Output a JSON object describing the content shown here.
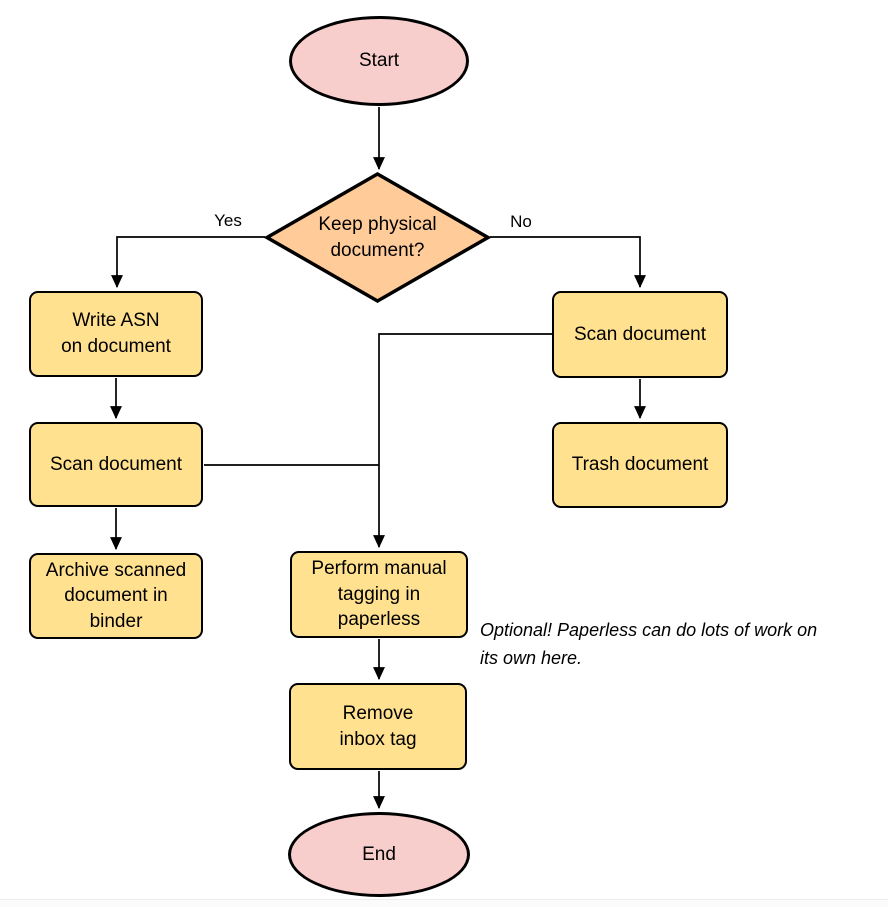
{
  "colors": {
    "terminal_fill": "#f8cecc",
    "decision_fill": "#ffcc99",
    "process_fill": "#ffe18f",
    "stroke": "#000000"
  },
  "nodes": {
    "start": {
      "label": "Start"
    },
    "decision": {
      "label": "Keep physical\ndocument?"
    },
    "write_asn": {
      "label": "Write ASN\non document"
    },
    "scan_left": {
      "label": "Scan document"
    },
    "archive": {
      "label": "Archive scanned\ndocument in\nbinder"
    },
    "scan_right": {
      "label": "Scan document"
    },
    "trash": {
      "label": "Trash document"
    },
    "tagging": {
      "label": "Perform manual\ntagging in\npaperless"
    },
    "remove_inbox": {
      "label": "Remove\ninbox tag"
    },
    "end": {
      "label": "End"
    }
  },
  "edge_labels": {
    "yes": "Yes",
    "no": "No"
  },
  "annotation": {
    "text": "Optional! Paperless can do lots of work on\nits own here."
  }
}
